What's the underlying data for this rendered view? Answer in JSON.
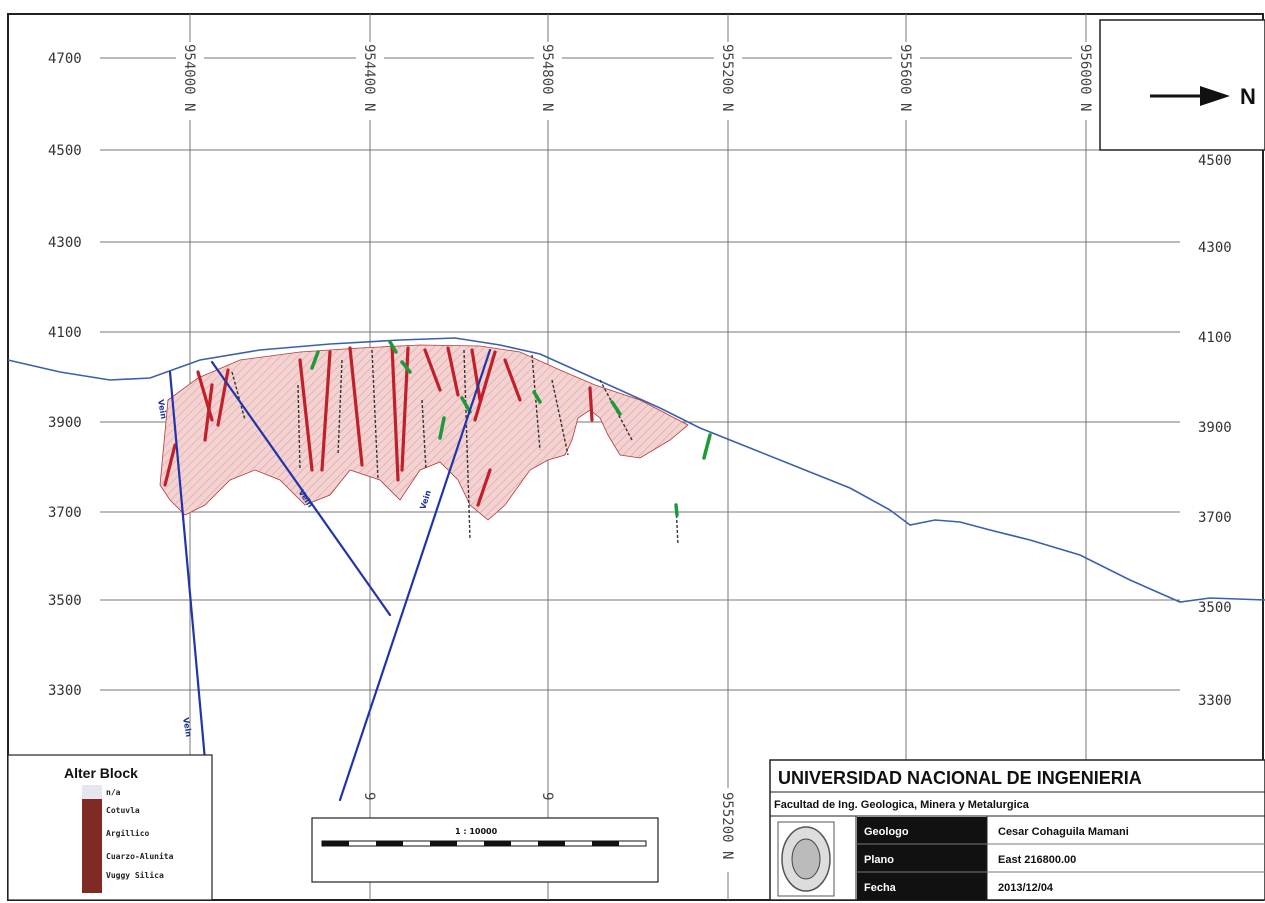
{
  "map": {
    "north_label": "N",
    "elevations_left": [
      "4700",
      "4500",
      "4300",
      "4100",
      "3900",
      "3700",
      "3500",
      "3300"
    ],
    "elevations_right": [
      "4500",
      "4300",
      "4100",
      "3900",
      "3700",
      "3500",
      "3300"
    ],
    "northings_top": [
      "954000 N",
      "954400 N",
      "954800 N",
      "955200 N",
      "955600 N",
      "956000 N"
    ],
    "northing_bottom": "955200 N",
    "bottom_tick_1": "9",
    "bottom_tick_2": "9",
    "vein_labels": [
      "Vein",
      "Vein",
      "Vein",
      "Vein"
    ]
  },
  "legend": {
    "title": "Alter Block",
    "items": [
      {
        "label": "n/a",
        "color": "#e6e6ee"
      },
      {
        "label": "Cotuvla",
        "color": "#7f2a24"
      },
      {
        "label": "Argillico",
        "color": "#7f2a24"
      },
      {
        "label": "Cuarzo-Alunita",
        "color": "#7f2a24"
      },
      {
        "label": "Vuggy Silica",
        "color": "#7f2a24"
      }
    ]
  },
  "scale": {
    "ratio": "1 : 10000"
  },
  "title_block": {
    "university": "UNIVERSIDAD NACIONAL DE INGENIERIA",
    "faculty": "Facultad de Ing. Geologica, Minera y Metalurgica",
    "rows": [
      {
        "key": "Geologo",
        "value": "Cesar Cohaguila Mamani"
      },
      {
        "key": "Plano",
        "value": "East 216800.00"
      },
      {
        "key": "Fecha",
        "value": "2013/12/04"
      }
    ]
  },
  "colors": {
    "topography": "#3a5fb0",
    "altered_zone": "#f2c9c9",
    "vein": "#c0202a",
    "fault": "#2036a8",
    "green": "#1f9a3a",
    "legend_swatch": "#7f2a24",
    "title_key_bg": "#111111"
  }
}
